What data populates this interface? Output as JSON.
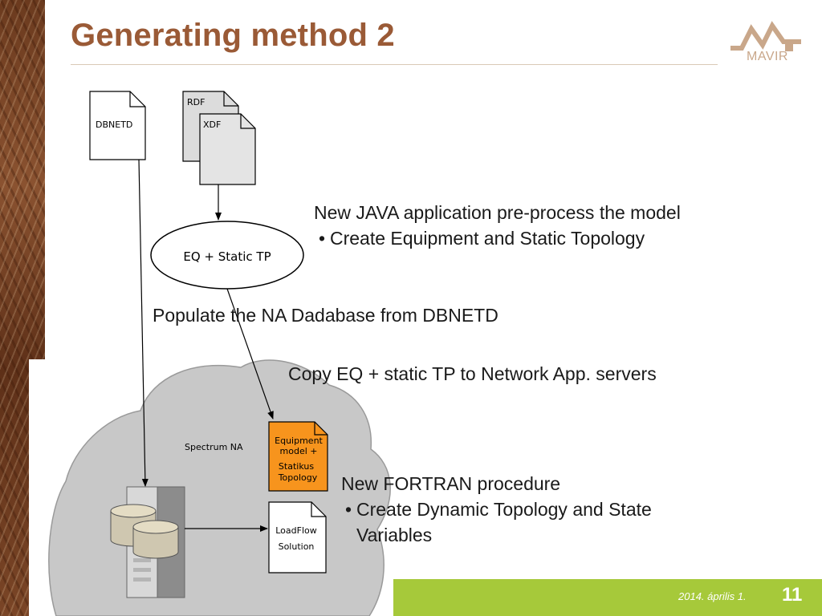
{
  "slide": {
    "title": "Generating method 2",
    "logo_text": "MAVIR",
    "date": "2014. április 1.",
    "page_number": "11"
  },
  "diagram": {
    "documents": {
      "dbnetd": "DBNETD",
      "rdf": "RDF",
      "xdf": "XDF"
    },
    "ellipse_label": "EQ + Static TP",
    "cloud_label": "Spectrum NA",
    "equipment_doc": [
      "Equipment",
      "model  +",
      "Statikus",
      "Topology"
    ],
    "loadflow_doc": [
      "LoadFlow",
      "Solution"
    ]
  },
  "texts": {
    "java_heading": "New JAVA application pre-process the model",
    "java_bullet": "Create Equipment and Static Topology",
    "populate": "Populate the NA Dadabase from DBNETD",
    "copy": "Copy EQ + static TP to Network App. servers",
    "fortran_heading": "New FORTRAN procedure",
    "fortran_bullet_line1": "Create Dynamic Topology and State",
    "fortran_bullet_line2": "Variables",
    "bullet_char": "•"
  },
  "colors": {
    "title": "#9a5a36",
    "accent_green": "#a6c93a",
    "equipment_fill": "#f7941d",
    "cloud_fill": "#c8c8c8"
  }
}
